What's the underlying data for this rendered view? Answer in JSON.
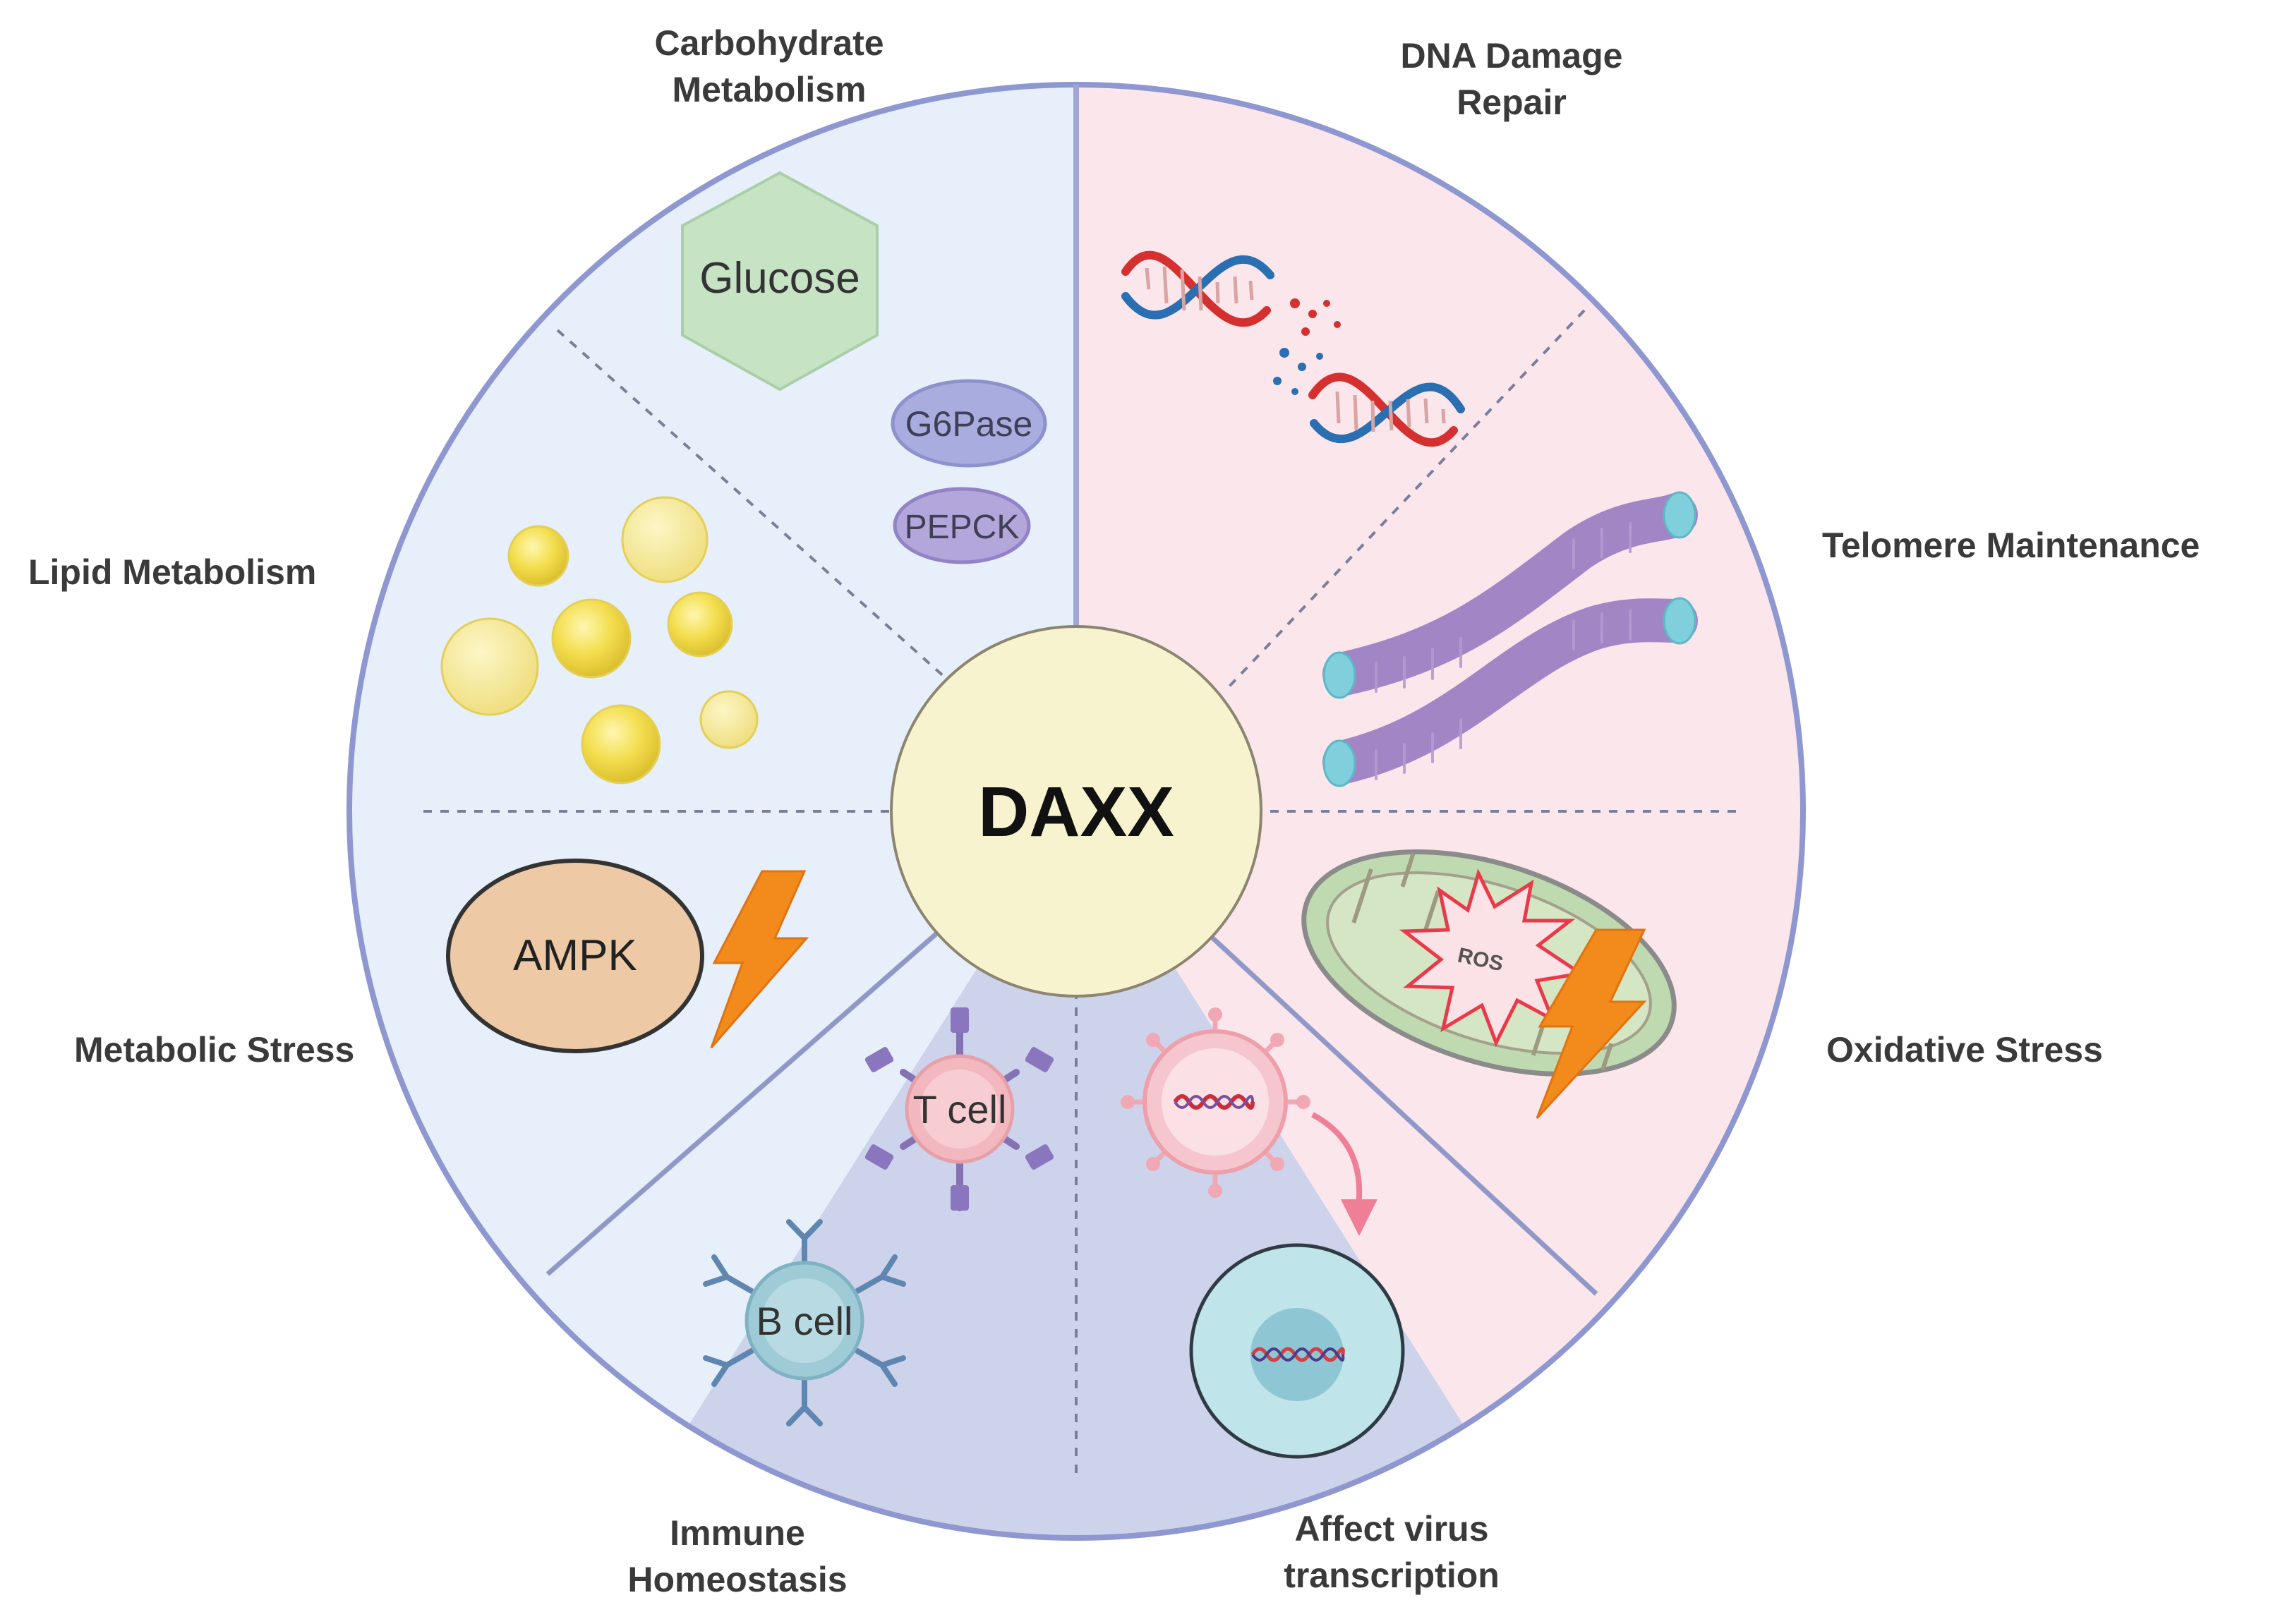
{
  "center": {
    "label": "DAXX"
  },
  "sections": {
    "carbohydrate": {
      "lines": [
        "Carbohydrate",
        "Metabolism"
      ]
    },
    "dna_repair": {
      "lines": [
        "DNA Damage",
        "Repair"
      ]
    },
    "telomere": {
      "label": "Telomere Maintenance"
    },
    "lipid": {
      "label": "Lipid Metabolism"
    },
    "oxidative": {
      "label": "Oxidative Stress"
    },
    "metabolic_stress": {
      "label": "Metabolic Stress"
    },
    "immune": {
      "lines": [
        "Immune",
        "Homeostasis"
      ]
    },
    "virus": {
      "lines": [
        "Affect virus",
        "transcription"
      ]
    }
  },
  "icons": {
    "glucose": "Glucose",
    "g6pase": "G6Pase",
    "pepck": "PEPCK",
    "ampk": "AMPK",
    "ros": "ROS",
    "t_cell": "T cell",
    "b_cell": "B cell"
  },
  "colors": {
    "left_sector": "#e6effa",
    "right_sector": "#fbe6ec",
    "bottom_sector": "#cdd3ea",
    "outer_ring": "#8e97cf",
    "center_fill": "#f8f3cf",
    "lightning": "#f28a1c"
  }
}
